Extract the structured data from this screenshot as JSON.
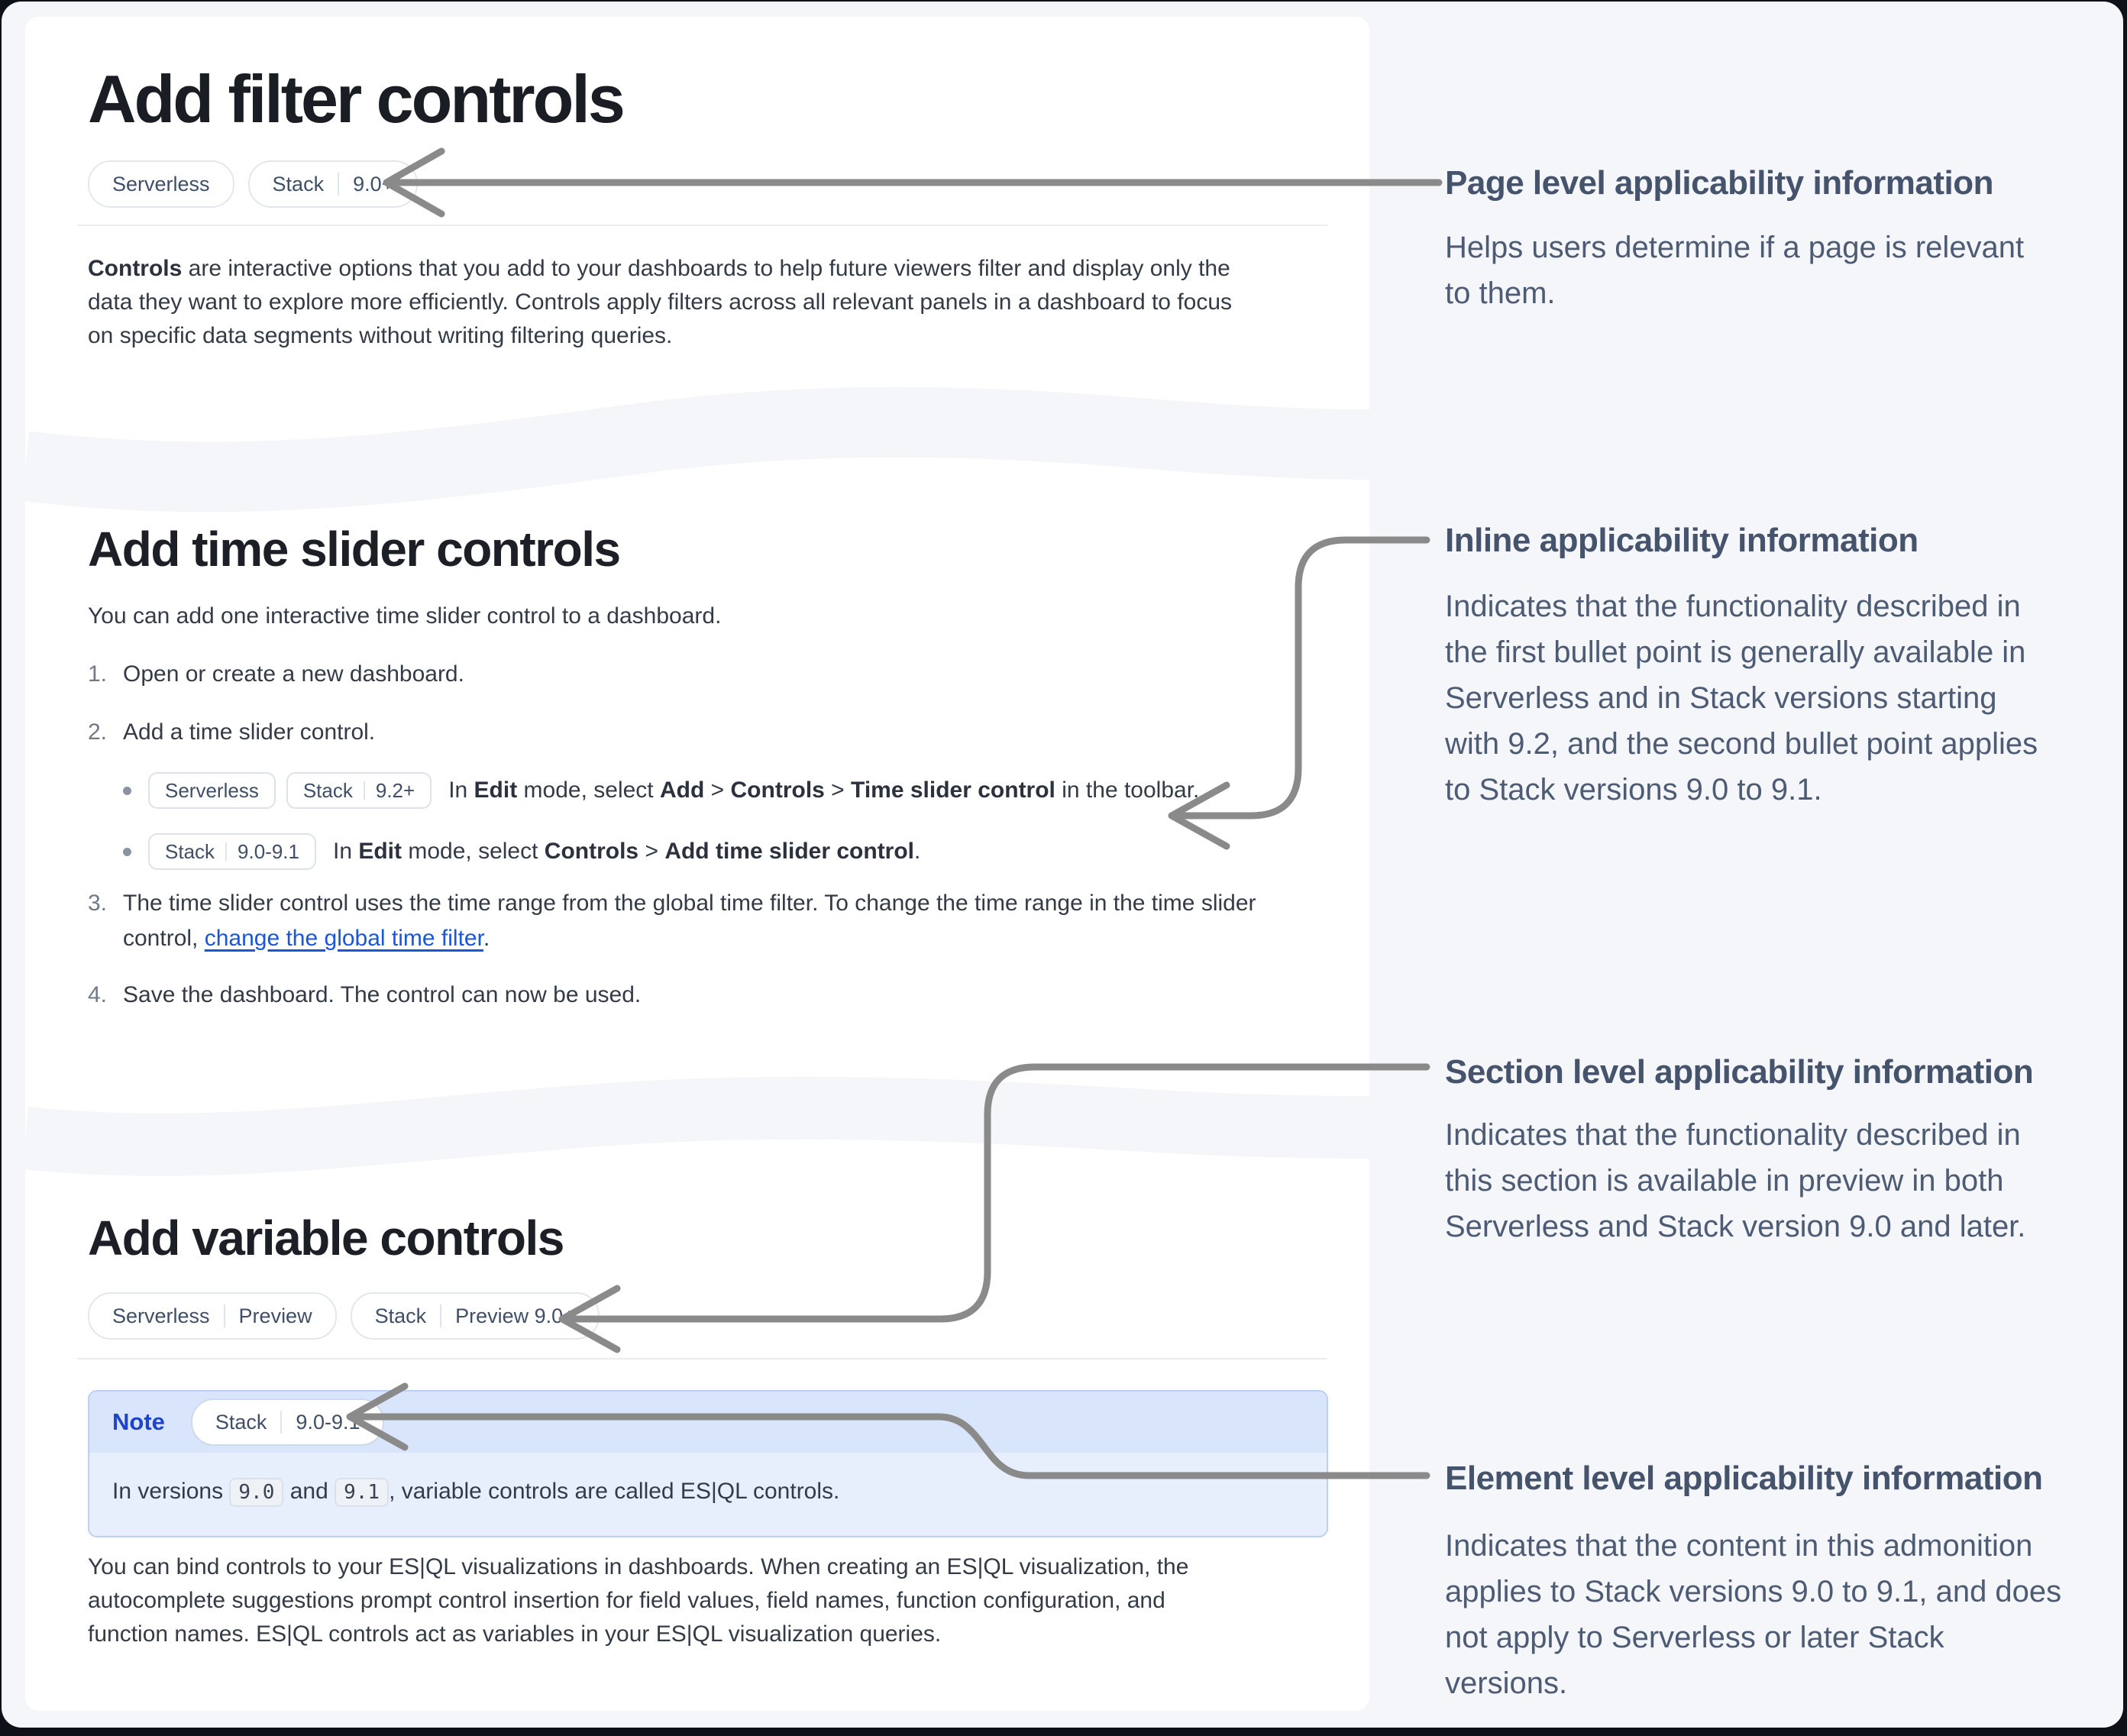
{
  "accent_colors": {
    "page_bg": "#f4f6f9",
    "card_bg": "#ffffff",
    "arrow": "#8a8a8a",
    "note_header_bg": "#d9e5fb",
    "note_body_bg": "#e8effc",
    "note_border": "#bcd0f5",
    "note_title_color": "#1e45c9",
    "link_color": "#1a56db"
  },
  "section_filter": {
    "title": "Add filter controls",
    "badges": [
      {
        "label": "Serverless"
      },
      {
        "label": "Stack",
        "version": "9.0+"
      }
    ],
    "paragraph": [
      {
        "t": "Controls",
        "s": "b"
      },
      {
        "t": " are interactive options that you add to your dashboards to help future viewers filter and display only the"
      },
      {
        "s": "br"
      },
      {
        "t": "data they want to explore more efficiently. Controls apply filters across all relevant panels in a dashboard to focus"
      },
      {
        "s": "br"
      },
      {
        "t": "on specific data segments without writing filtering queries."
      }
    ]
  },
  "section_time_slider": {
    "title": "Add time slider controls",
    "intro": "You can add one interactive time slider control to a dashboard.",
    "step1_num": "1.",
    "step1": "Open or create a new dashboard.",
    "step2_num": "2.",
    "step2": "Add a time slider control.",
    "bullet1_badges": [
      {
        "label": "Serverless"
      },
      {
        "label": "Stack",
        "version": "9.2+"
      }
    ],
    "bullet1_text": [
      {
        "t": "In "
      },
      {
        "t": "Edit",
        "s": "b"
      },
      {
        "t": " mode, select "
      },
      {
        "t": "Add",
        "s": "b"
      },
      {
        "t": " > "
      },
      {
        "t": "Controls",
        "s": "b"
      },
      {
        "t": " > "
      },
      {
        "t": "Time slider control",
        "s": "b"
      },
      {
        "t": " in the toolbar."
      }
    ],
    "bullet2_badges": [
      {
        "label": "Stack",
        "version": "9.0-9.1"
      }
    ],
    "bullet2_text": [
      {
        "t": "In "
      },
      {
        "t": "Edit",
        "s": "b"
      },
      {
        "t": " mode, select "
      },
      {
        "t": "Controls",
        "s": "b"
      },
      {
        "t": " > "
      },
      {
        "t": "Add time slider control",
        "s": "b"
      },
      {
        "t": "."
      }
    ],
    "step3_num": "3.",
    "step3": [
      {
        "t": "The time slider control uses the time range from the global time filter. To change the time range in the time slider"
      },
      {
        "s": "br"
      },
      {
        "t": "control, "
      },
      {
        "t": "change the global time filter",
        "s": "link",
        "name": "change-global-time-filter-link"
      },
      {
        "t": "."
      }
    ],
    "step4_num": "4.",
    "step4": "Save the dashboard. The control can now be used."
  },
  "section_variable": {
    "title": "Add variable controls",
    "badges": [
      {
        "label": "Serverless",
        "version": "Preview"
      },
      {
        "label": "Stack",
        "version": "Preview 9.0+"
      }
    ],
    "note": {
      "title": "Note",
      "badge": {
        "label": "Stack",
        "version": "9.0-9.1"
      },
      "body": [
        {
          "t": "In versions "
        },
        {
          "t": "9.0",
          "s": "code"
        },
        {
          "t": " and "
        },
        {
          "t": "9.1",
          "s": "code"
        },
        {
          "t": ", variable controls are called ES|QL controls."
        }
      ]
    },
    "paragraph": [
      {
        "t": "You can bind controls to your ES|QL visualizations in dashboards. When creating an ES|QL visualization, the"
      },
      {
        "s": "br"
      },
      {
        "t": "autocomplete suggestions prompt control insertion for field values, field names, function configuration, and"
      },
      {
        "s": "br"
      },
      {
        "t": "function names. ES|QL controls act as variables in your ES|QL visualization queries."
      }
    ]
  },
  "annotations": {
    "page_level": {
      "heading": "Page level applicability information",
      "body": [
        {
          "t": "Helps users determine if a page is relevant"
        },
        {
          "s": "br"
        },
        {
          "t": "to them."
        }
      ]
    },
    "inline_level": {
      "heading": "Inline applicability information",
      "body": [
        {
          "t": "Indicates that the functionality described in"
        },
        {
          "s": "br"
        },
        {
          "t": "the first bullet point is generally available in"
        },
        {
          "s": "br"
        },
        {
          "t": "Serverless and in Stack versions starting"
        },
        {
          "s": "br"
        },
        {
          "t": "with 9.2, and the second bullet point applies"
        },
        {
          "s": "br"
        },
        {
          "t": "to Stack versions 9.0 to 9.1."
        }
      ]
    },
    "section_level": {
      "heading": "Section level applicability information",
      "body": [
        {
          "t": "Indicates that the functionality described in"
        },
        {
          "s": "br"
        },
        {
          "t": "this section is available in preview in both"
        },
        {
          "s": "br"
        },
        {
          "t": "Serverless and Stack version 9.0 and later."
        }
      ]
    },
    "element_level": {
      "heading": "Element level applicability information",
      "body": [
        {
          "t": "Indicates that the content in this admonition"
        },
        {
          "s": "br"
        },
        {
          "t": "applies to Stack versions 9.0 to 9.1, and does"
        },
        {
          "s": "br"
        },
        {
          "t": "not apply to Serverless or later Stack"
        },
        {
          "s": "br"
        },
        {
          "t": "versions."
        }
      ]
    }
  }
}
